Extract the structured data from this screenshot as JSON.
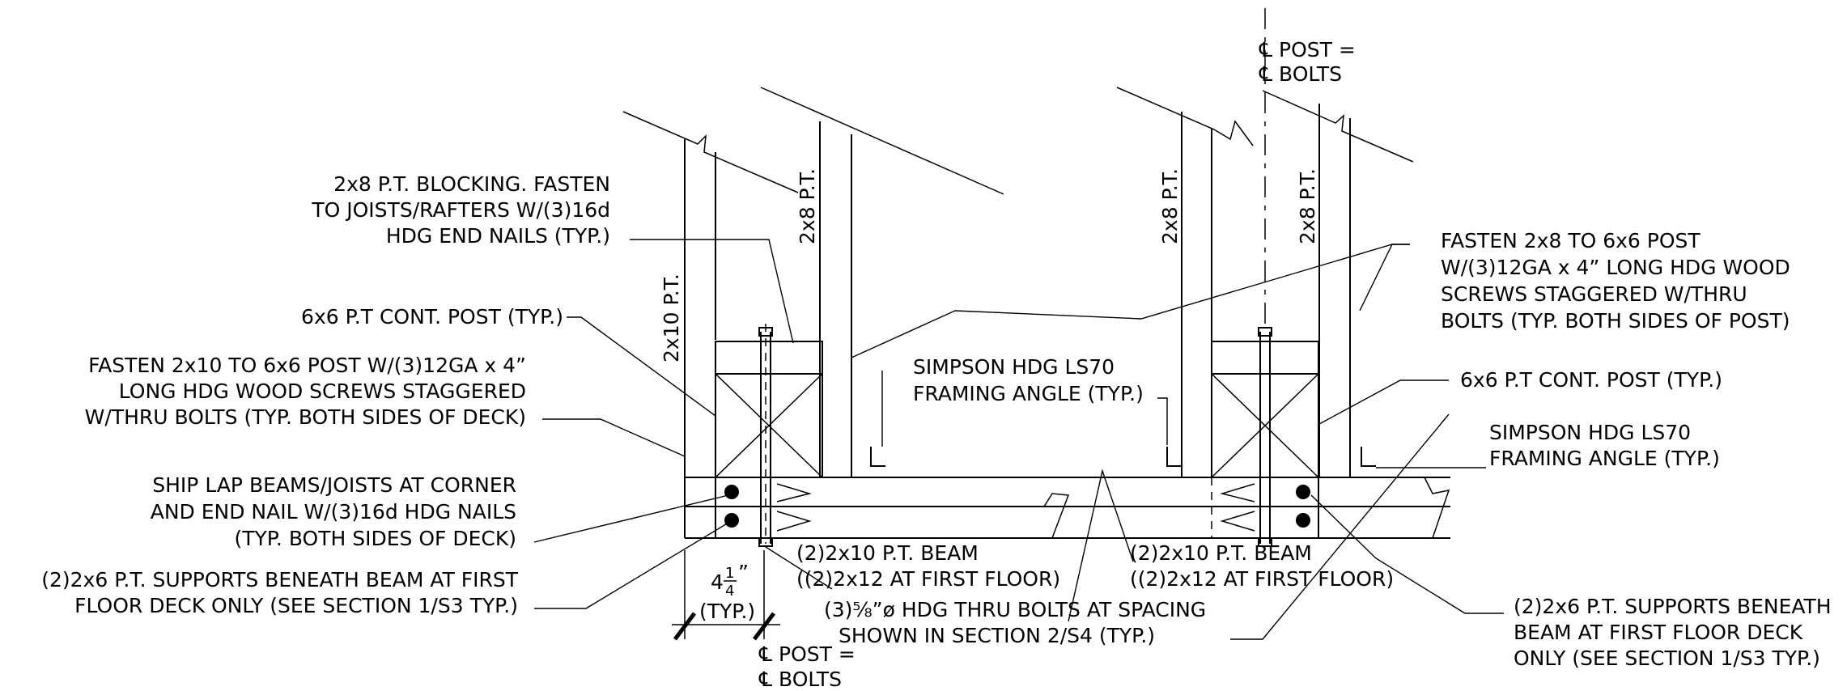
{
  "notes": {
    "blocking": [
      "2x8 P.T. BLOCKING. FASTEN",
      "TO JOISTS/RAFTERS W/(3)16d",
      "HDG END NAILS (TYP.)"
    ],
    "post_left": "6x6 P.T CONT. POST (TYP.)",
    "fasten_2x10": [
      "FASTEN 2x10 TO 6x6 POST W/(3)12GA x 4”",
      "LONG HDG WOOD SCREWS STAGGERED",
      "W/THRU BOLTS (TYP. BOTH SIDES OF DECK)"
    ],
    "ship_lap": [
      "SHIP LAP BEAMS/JOISTS AT CORNER",
      "AND END NAIL W/(3)16d HDG NAILS",
      "(TYP. BOTH SIDES OF DECK)"
    ],
    "supports_left": [
      "(2)2x6 P.T. SUPPORTS BENEATH BEAM AT FIRST",
      "FLOOR DECK ONLY (SEE SECTION 1/S3 TYP.)"
    ],
    "fasten_2x8": [
      "FASTEN 2x8 TO 6x6 POST",
      "W/(3)12GA x 4” LONG HDG WOOD",
      "SCREWS STAGGERED W/THRU",
      "BOLTS (TYP. BOTH SIDES OF POST)"
    ],
    "post_right": "6x6 P.T CONT. POST (TYP.)",
    "angle_center": [
      "SIMPSON HDG LS70",
      "FRAMING ANGLE (TYP.)"
    ],
    "angle_right": [
      "SIMPSON HDG LS70",
      "FRAMING ANGLE (TYP.)"
    ],
    "beam_left": [
      "(2)2x10 P.T. BEAM",
      "((2)2x12 AT FIRST FLOOR)"
    ],
    "beam_right": [
      "(2)2x10 P.T. BEAM",
      "((2)2x12 AT FIRST FLOOR)"
    ],
    "bolts": [
      "(3)⅝”ø HDG THRU BOLTS AT SPACING",
      "SHOWN IN SECTION 2/S4 (TYP.)"
    ],
    "supports_right": [
      "(2)2x6 P.T. SUPPORTS BENEATH",
      "BEAM AT FIRST FLOOR DECK",
      "ONLY (SEE SECTION 1/S3 TYP.)"
    ],
    "cl_top": [
      "℄ POST =",
      "℄ BOLTS"
    ],
    "cl_bottom": [
      "℄ POST =",
      "℄ BOLTS"
    ]
  },
  "members": {
    "m_2x10_left": "2x10 P.T.",
    "m_2x8_a": "2x8 P.T.",
    "m_2x8_b": "2x8 P.T.",
    "m_2x8_c": "2x8 P.T."
  },
  "dimension": {
    "whole": "4",
    "num": "1",
    "den": "4",
    "unit": "”",
    "typ": "(TYP.)"
  }
}
